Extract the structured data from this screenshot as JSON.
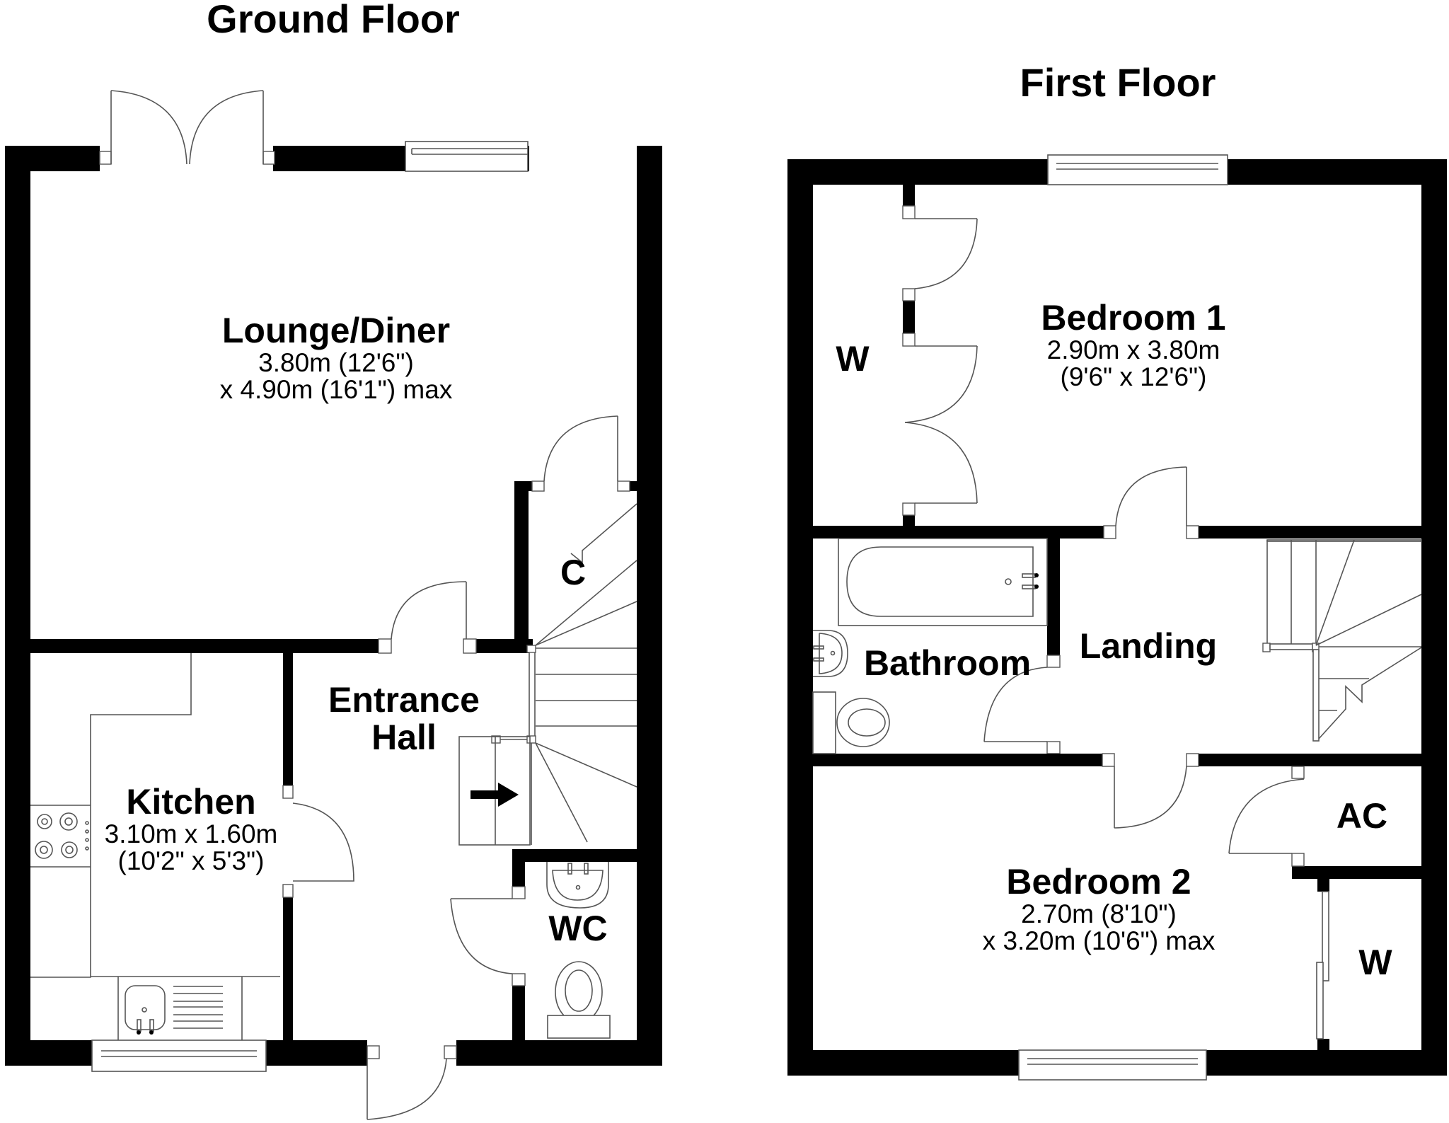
{
  "floors": [
    {
      "title": "Ground Floor",
      "rooms": [
        {
          "name": "Lounge/Diner",
          "dim1": "3.80m (12'6\")",
          "dim2": "x 4.90m (16'1\") max"
        },
        {
          "name": "Kitchen",
          "dim1": "3.10m x 1.60m",
          "dim2": "(10'2\" x 5'3\")"
        },
        {
          "name_line1": "Entrance",
          "name_line2": "Hall"
        },
        {
          "name": "C"
        },
        {
          "name": "WC"
        }
      ]
    },
    {
      "title": "First Floor",
      "rooms": [
        {
          "name": "Bedroom 1",
          "dim1": "2.90m x 3.80m",
          "dim2": "(9'6\" x 12'6\")"
        },
        {
          "name": "W"
        },
        {
          "name": "Bathroom"
        },
        {
          "name": "Landing"
        },
        {
          "name": "Bedroom 2",
          "dim1": "2.70m (8'10\")",
          "dim2": "x 3.20m (10'6\") max"
        },
        {
          "name": "AC"
        },
        {
          "name": "W"
        }
      ]
    }
  ],
  "icons": {
    "stairs_arrow": "arrow-right",
    "hob": "four-ring-hob",
    "sink": "kitchen-sink",
    "bath": "bathtub",
    "toilet": "toilet",
    "basin": "wash-basin",
    "window": "window",
    "door": "door-swing"
  },
  "colors": {
    "wall": "#000000",
    "line": "#555555",
    "background": "#ffffff"
  }
}
